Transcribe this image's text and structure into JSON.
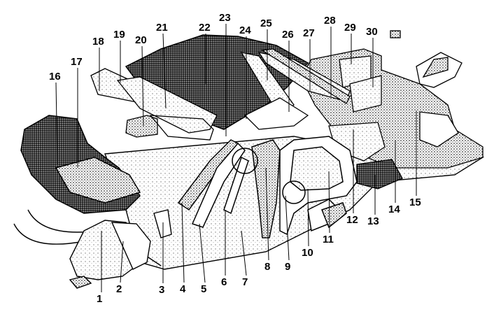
{
  "diagram": {
    "callouts": [
      "1",
      "2",
      "3",
      "4",
      "5",
      "6",
      "7",
      "8",
      "9",
      "10",
      "11",
      "12",
      "13",
      "14",
      "15",
      "16",
      "17",
      "18",
      "19",
      "20",
      "21",
      "22",
      "23",
      "24",
      "25",
      "26",
      "27",
      "28",
      "29",
      "30"
    ]
  }
}
